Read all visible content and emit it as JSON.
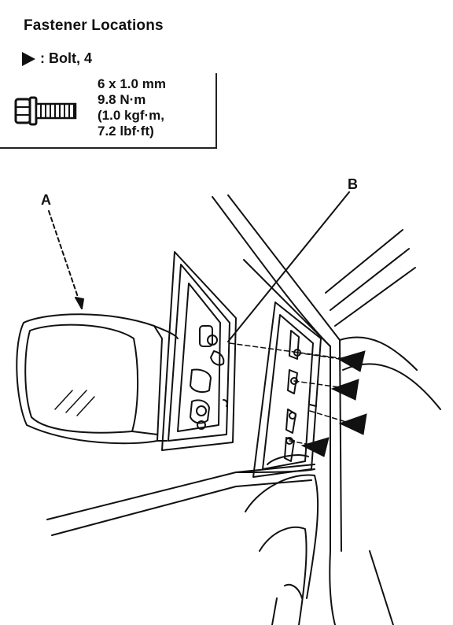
{
  "header": {
    "title": "Fastener Locations"
  },
  "legend": {
    "symbol_icon": "filled-triangle-arrow-icon",
    "label": ": Bolt, 4"
  },
  "spec": {
    "size": "6 x 1.0 mm",
    "torque_nm": "9.8 N·m",
    "torque_kgf": "(1.0 kgf·m,",
    "torque_lbf": "7.2 lbf·ft)"
  },
  "callouts": {
    "mirror": "A",
    "bolt_hole": "B"
  },
  "bolt_arrow_count": 4
}
